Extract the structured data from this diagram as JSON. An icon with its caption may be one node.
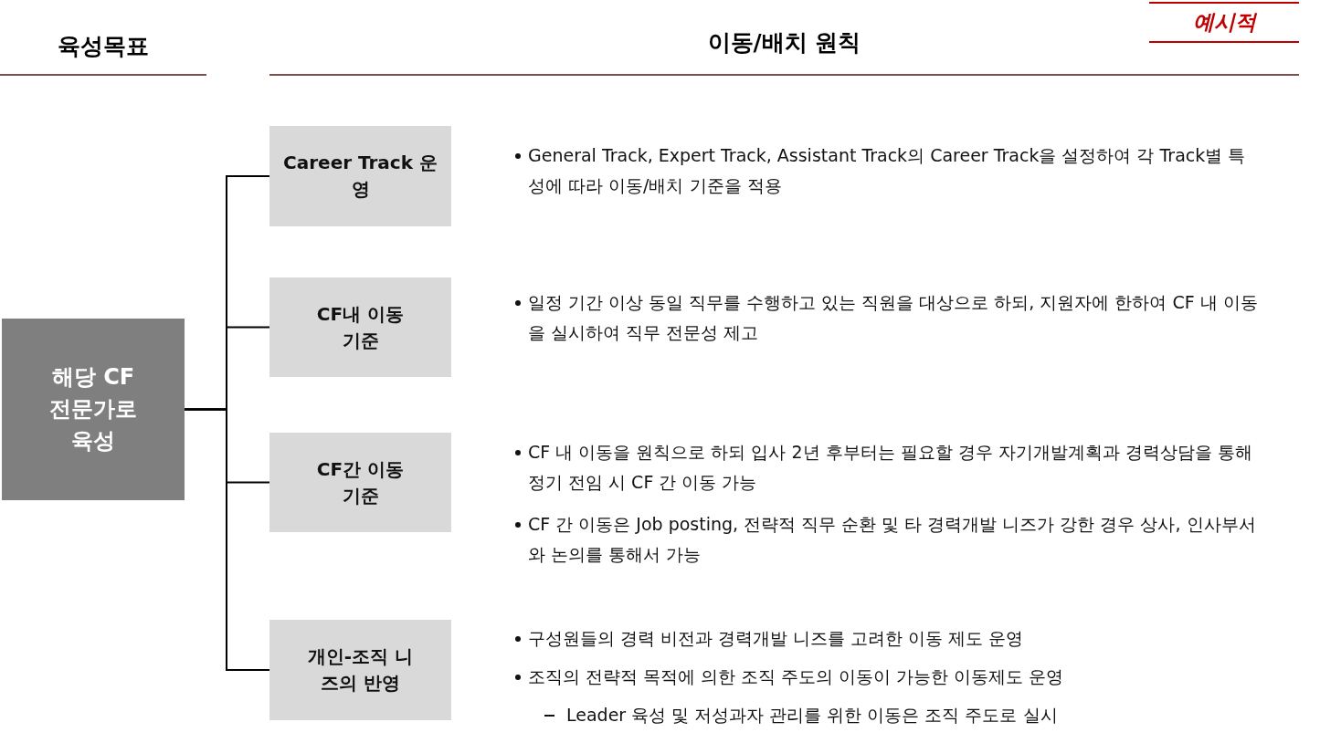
{
  "diagram": {
    "nodes": [
      {
        "text": [
          "해당 CF 전문가로 육성"
        ]
      },
      {
        "text": [
          "Career Track 운영"
        ]
      },
      {
        "text": [
          "CF내 이동 기준"
        ]
      },
      {
        "text": [
          "CF간 이동 기준"
        ]
      },
      {
        "text": [
          "개인-조직 니즈의 반영"
        ]
      }
    ],
    "edges": [
      {
        "from": 0,
        "to": 1,
        "arrow": "none"
      },
      {
        "from": 0,
        "to": 2,
        "arrow": "none"
      },
      {
        "from": 0,
        "to": 3,
        "arrow": "none"
      },
      {
        "from": 0,
        "to": 4,
        "arrow": "none"
      }
    ],
    "labels": [
      "예시적",
      "육성목표",
      "이동/배치 원칙",
      "General Track, Expert Track, Assistant Track의 Career Track을 설정하여 각 Track별 특성에 따라 이동/배치 기준을 적용",
      "일정 기간 이상 동일 직무를 수행하고 있는 직원을 대상으로 하되, 지원자에 한하여 CF 내 이동을 실시하여 직무 전문성 제고",
      "CF 내 이동을 원칙으로 하되 입사 2년 후부터는 필요할 경우 자기개발계획과 경력상담을 통해 정기 전임 시 CF 간 이동 가능",
      "CF 간 이동은 Job posting, 전략적 직무 순환 및 타 경력개발 니즈가 강한 경우 상사, 인사부서와 논의를 통해서 가능",
      "구성원들의 경력 비전과 경력개발 니즈를 고려한 이동 제도 운영",
      "조직의 전략적 목적에 의한 조직 주도의 이동이 가능한 이동제도 운영",
      "Leader 육성 및 저성과자 관리를 위한 이동은 조직 주도로 실시"
    ]
  }
}
